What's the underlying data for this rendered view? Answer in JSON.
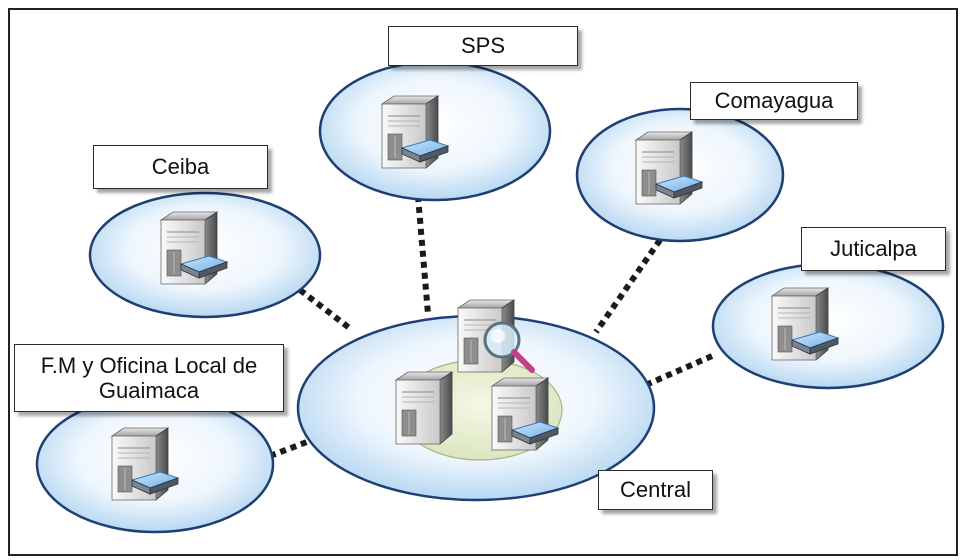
{
  "diagram": {
    "nodes": {
      "sps": {
        "label": "SPS"
      },
      "comayagua": {
        "label": "Comayagua"
      },
      "ceiba": {
        "label": "Ceiba"
      },
      "juticalpa": {
        "label": "Juticalpa"
      },
      "guaimaca": {
        "label_line1": "F.M y Oficina Local de",
        "label_line2": "Guaimaca"
      },
      "central": {
        "label": "Central"
      }
    },
    "icons": {
      "remote_server": "server-icon",
      "central_search_server": "server-search-icon"
    },
    "colors": {
      "node_fill_center": "#ffffff",
      "node_fill_edge": "#b8d8f2",
      "node_stroke": "#1f3f73",
      "link": "#1a1a1a",
      "central_cluster_fill": "#e6eed0"
    }
  }
}
